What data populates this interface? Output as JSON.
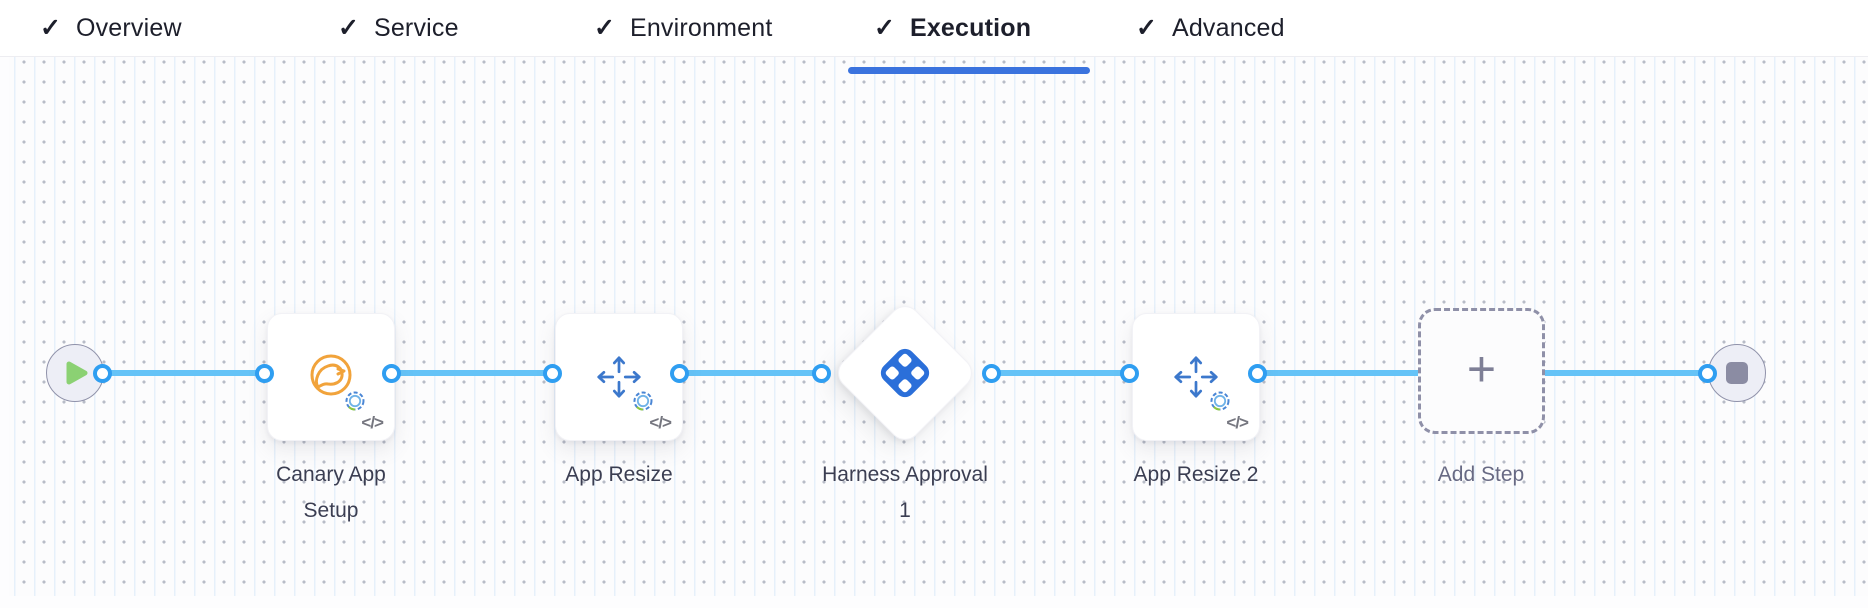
{
  "tabs": {
    "check_glyph": "✓",
    "items": [
      {
        "label": "Overview",
        "checked": true,
        "active": false
      },
      {
        "label": "Service",
        "checked": true,
        "active": false
      },
      {
        "label": "Environment",
        "checked": true,
        "active": false
      },
      {
        "label": "Execution",
        "checked": true,
        "active": true
      },
      {
        "label": "Advanced",
        "checked": true,
        "active": false
      }
    ]
  },
  "pipeline": {
    "code_glyph": "</>",
    "plus_glyph": "+",
    "nodes": [
      {
        "id": "start",
        "type": "start-node",
        "icon": "play-icon"
      },
      {
        "id": "canary-app-setup",
        "label": "Canary App Setup",
        "icon": "canary-icon"
      },
      {
        "id": "app-resize",
        "label": "App Resize",
        "icon": "resize-arrows-icon"
      },
      {
        "id": "harness-approval",
        "label": "Harness Approval 1",
        "icon": "harness-approval-icon"
      },
      {
        "id": "app-resize-2",
        "label": "App Resize 2",
        "icon": "resize-arrows-icon"
      },
      {
        "id": "add-step",
        "label": "Add Step",
        "icon": "plus-icon"
      },
      {
        "id": "end",
        "type": "end-node",
        "icon": "stop-icon"
      }
    ]
  },
  "colors": {
    "accent_blue": "#3b73de",
    "port_blue": "#2f9ef1",
    "link_blue": "#65c3f7",
    "approval_blue": "#2b6fd9",
    "canary_orange": "#f1a33b",
    "play_green": "#8bd173",
    "node_gray": "#8b8ca3"
  }
}
